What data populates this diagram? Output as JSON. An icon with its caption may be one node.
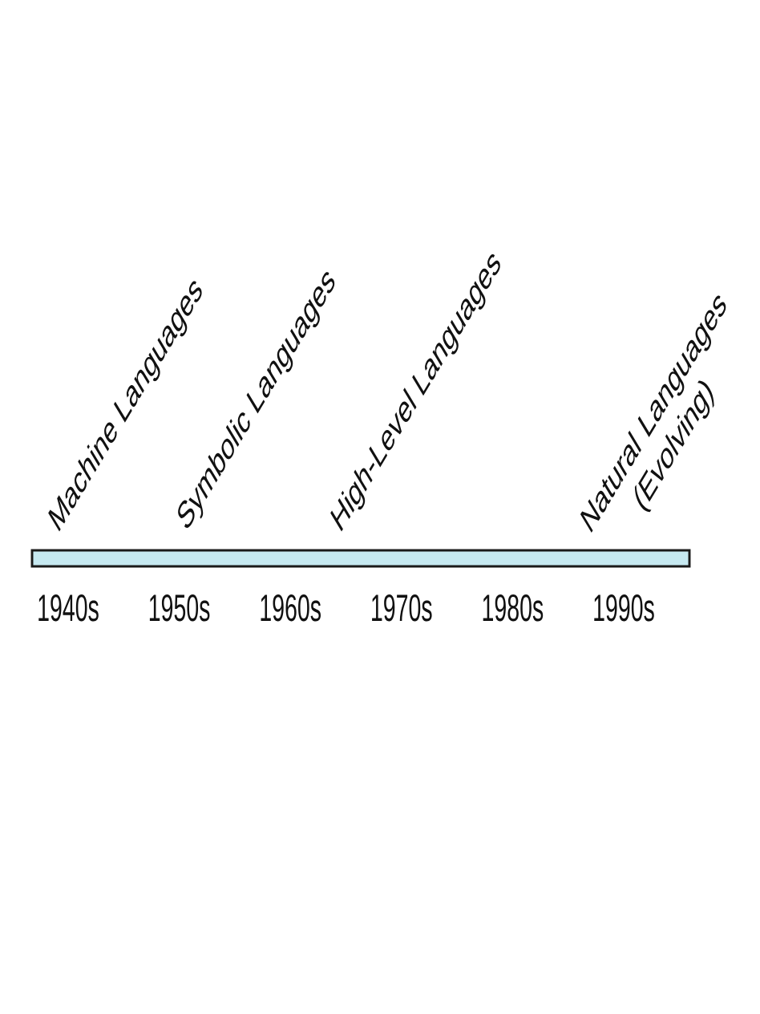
{
  "diagram": {
    "labels": [
      "Machine Languages",
      "Symbolic Languages",
      "High-Level Languages",
      "Natural Languages (Evolving)",
      "1940s",
      "1950s",
      "1960s",
      "1970s",
      "1980s",
      "1990s"
    ]
  }
}
